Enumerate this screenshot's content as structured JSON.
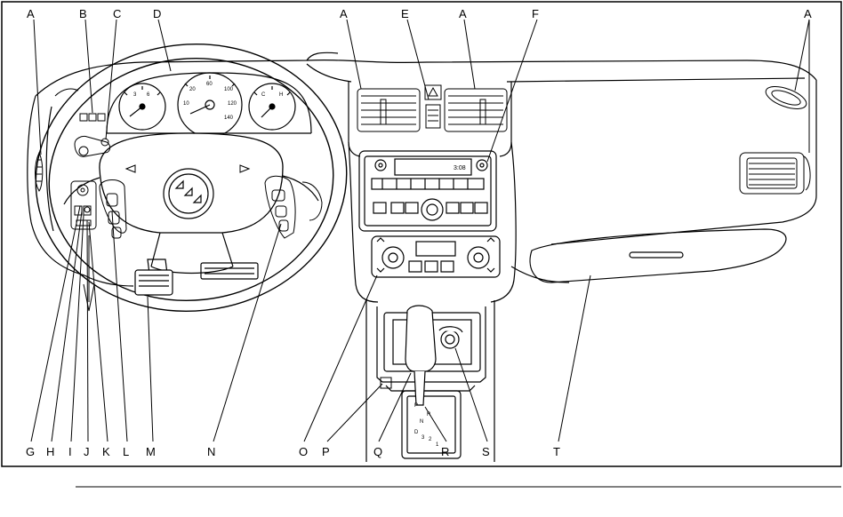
{
  "diagram": {
    "labels": {
      "A": "A",
      "B": "B",
      "C": "C",
      "D": "D",
      "E": "E",
      "F": "F",
      "G": "G",
      "H": "H",
      "I": "I",
      "J": "J",
      "K": "K",
      "L": "L",
      "M": "M",
      "N": "N",
      "O": "O",
      "P": "P",
      "Q": "Q",
      "R": "R",
      "S": "S",
      "T": "T"
    },
    "radio_clock": "3:08",
    "gear_positions": [
      "P",
      "R",
      "N",
      "D",
      "3",
      "2",
      "1"
    ]
  }
}
